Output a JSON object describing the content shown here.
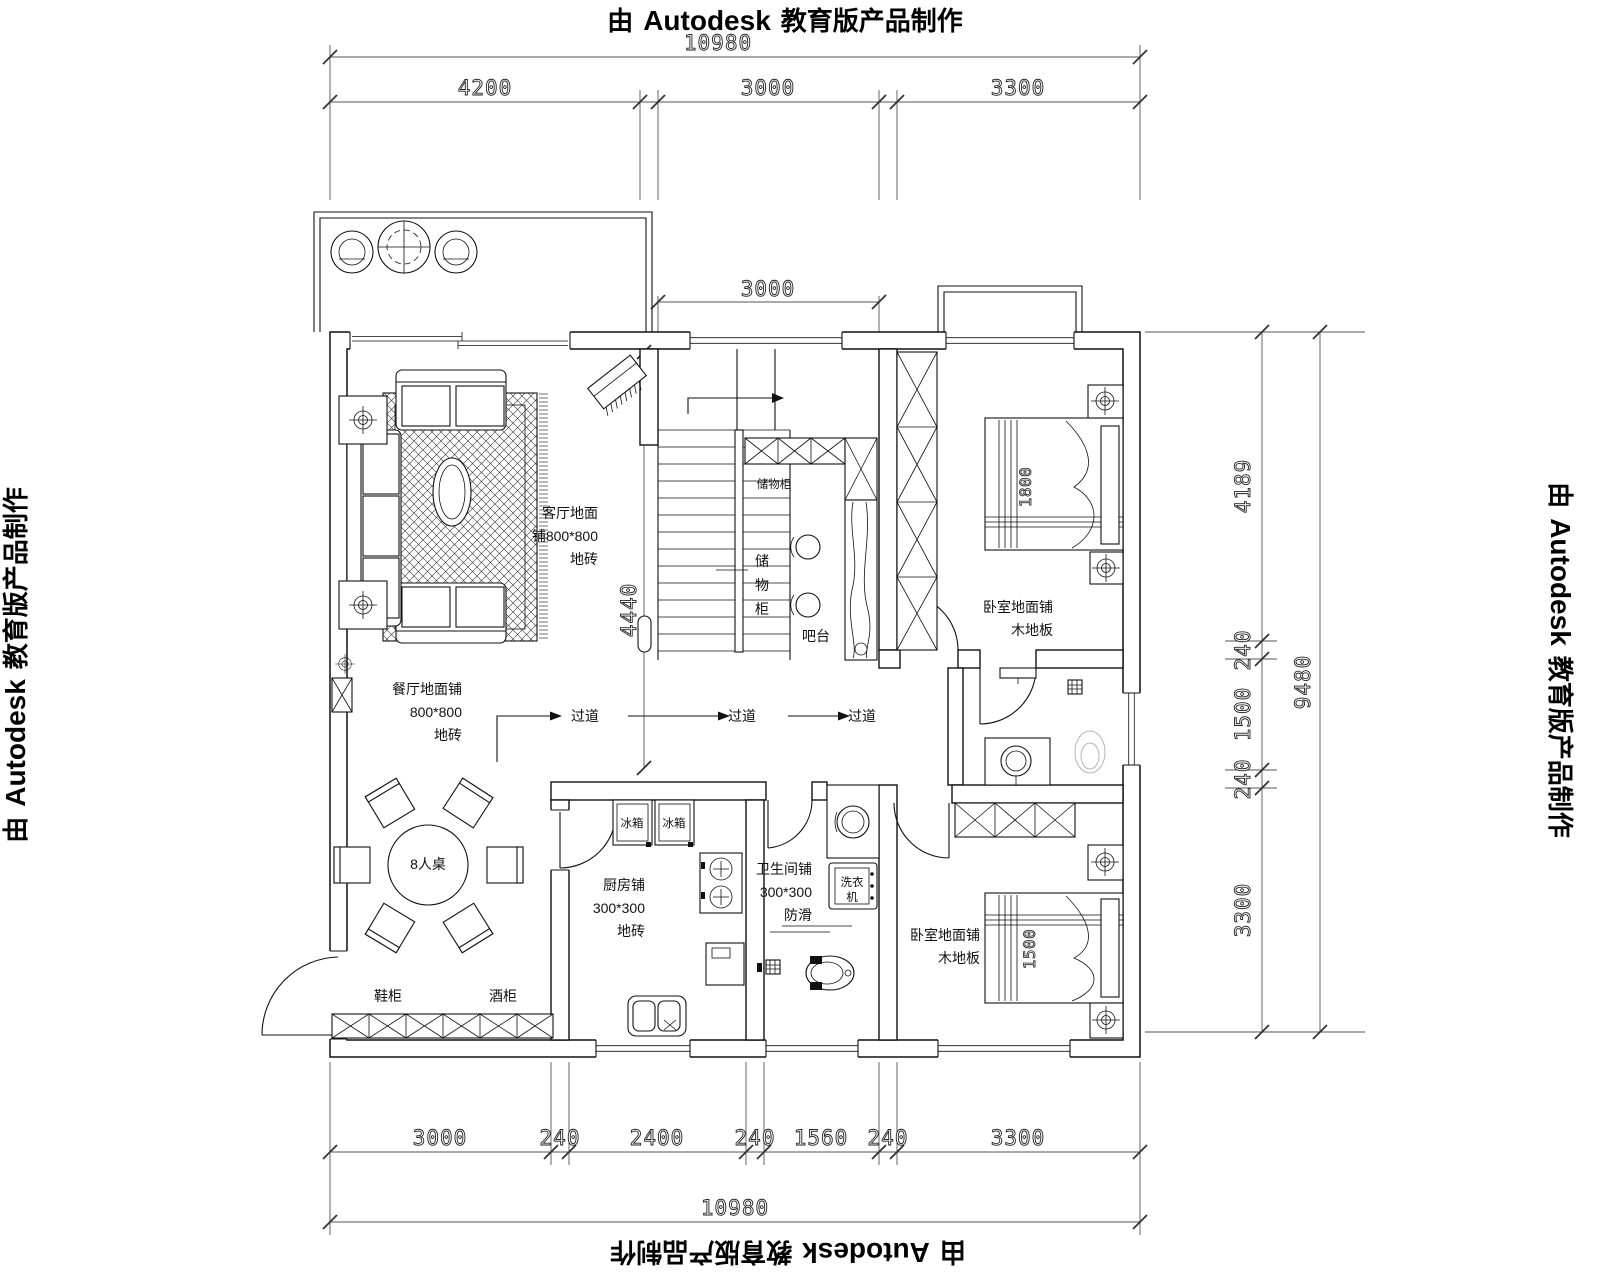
{
  "watermark": {
    "prefix": "由",
    "brand": "Autodesk",
    "suffix": "教育版产品制作"
  },
  "dims": {
    "top_overall": "10980",
    "top_segments": [
      "4200",
      "3000",
      "3300"
    ],
    "window": "3000",
    "stair": "4440",
    "right_segments": [
      "4189",
      "240",
      "1500",
      "240",
      "3300"
    ],
    "right_overall": "9480",
    "bottom_segments": [
      "3000",
      "240",
      "2400",
      "240",
      "1560",
      "240",
      "3300"
    ],
    "bottom_overall": "10980"
  },
  "rooms": {
    "living": {
      "l1": "客厅地面",
      "l2": "铺800*800",
      "l3": "地砖"
    },
    "dining": {
      "l1": "餐厅地面铺",
      "l2": "800*800",
      "l3": "地砖"
    },
    "kitchen": {
      "l1": "厨房铺",
      "l2": "300*300",
      "l3": "地砖"
    },
    "bathroom": {
      "l1": "卫生间铺",
      "l2": "300*300",
      "l3": "防滑"
    },
    "bedroom_top": {
      "l1": "卧室地面铺",
      "l2": "木地板"
    },
    "bedroom_bottom": {
      "l1": "卧室地面铺",
      "l2": "木地板"
    }
  },
  "furniture": {
    "dining_table": "8人桌",
    "shoe_cabinet": "鞋柜",
    "wine_cabinet": "酒柜",
    "fridge": "冰箱",
    "washer_line1": "洗衣",
    "washer_line2": "机",
    "bar": "吧台",
    "storage_cabinet": "储物柜",
    "storage_v1": "储",
    "storage_v2": "物",
    "storage_v3": "柜",
    "corridor": "过道",
    "bed_top_width": "1800",
    "bed_bottom_width": "1500"
  }
}
